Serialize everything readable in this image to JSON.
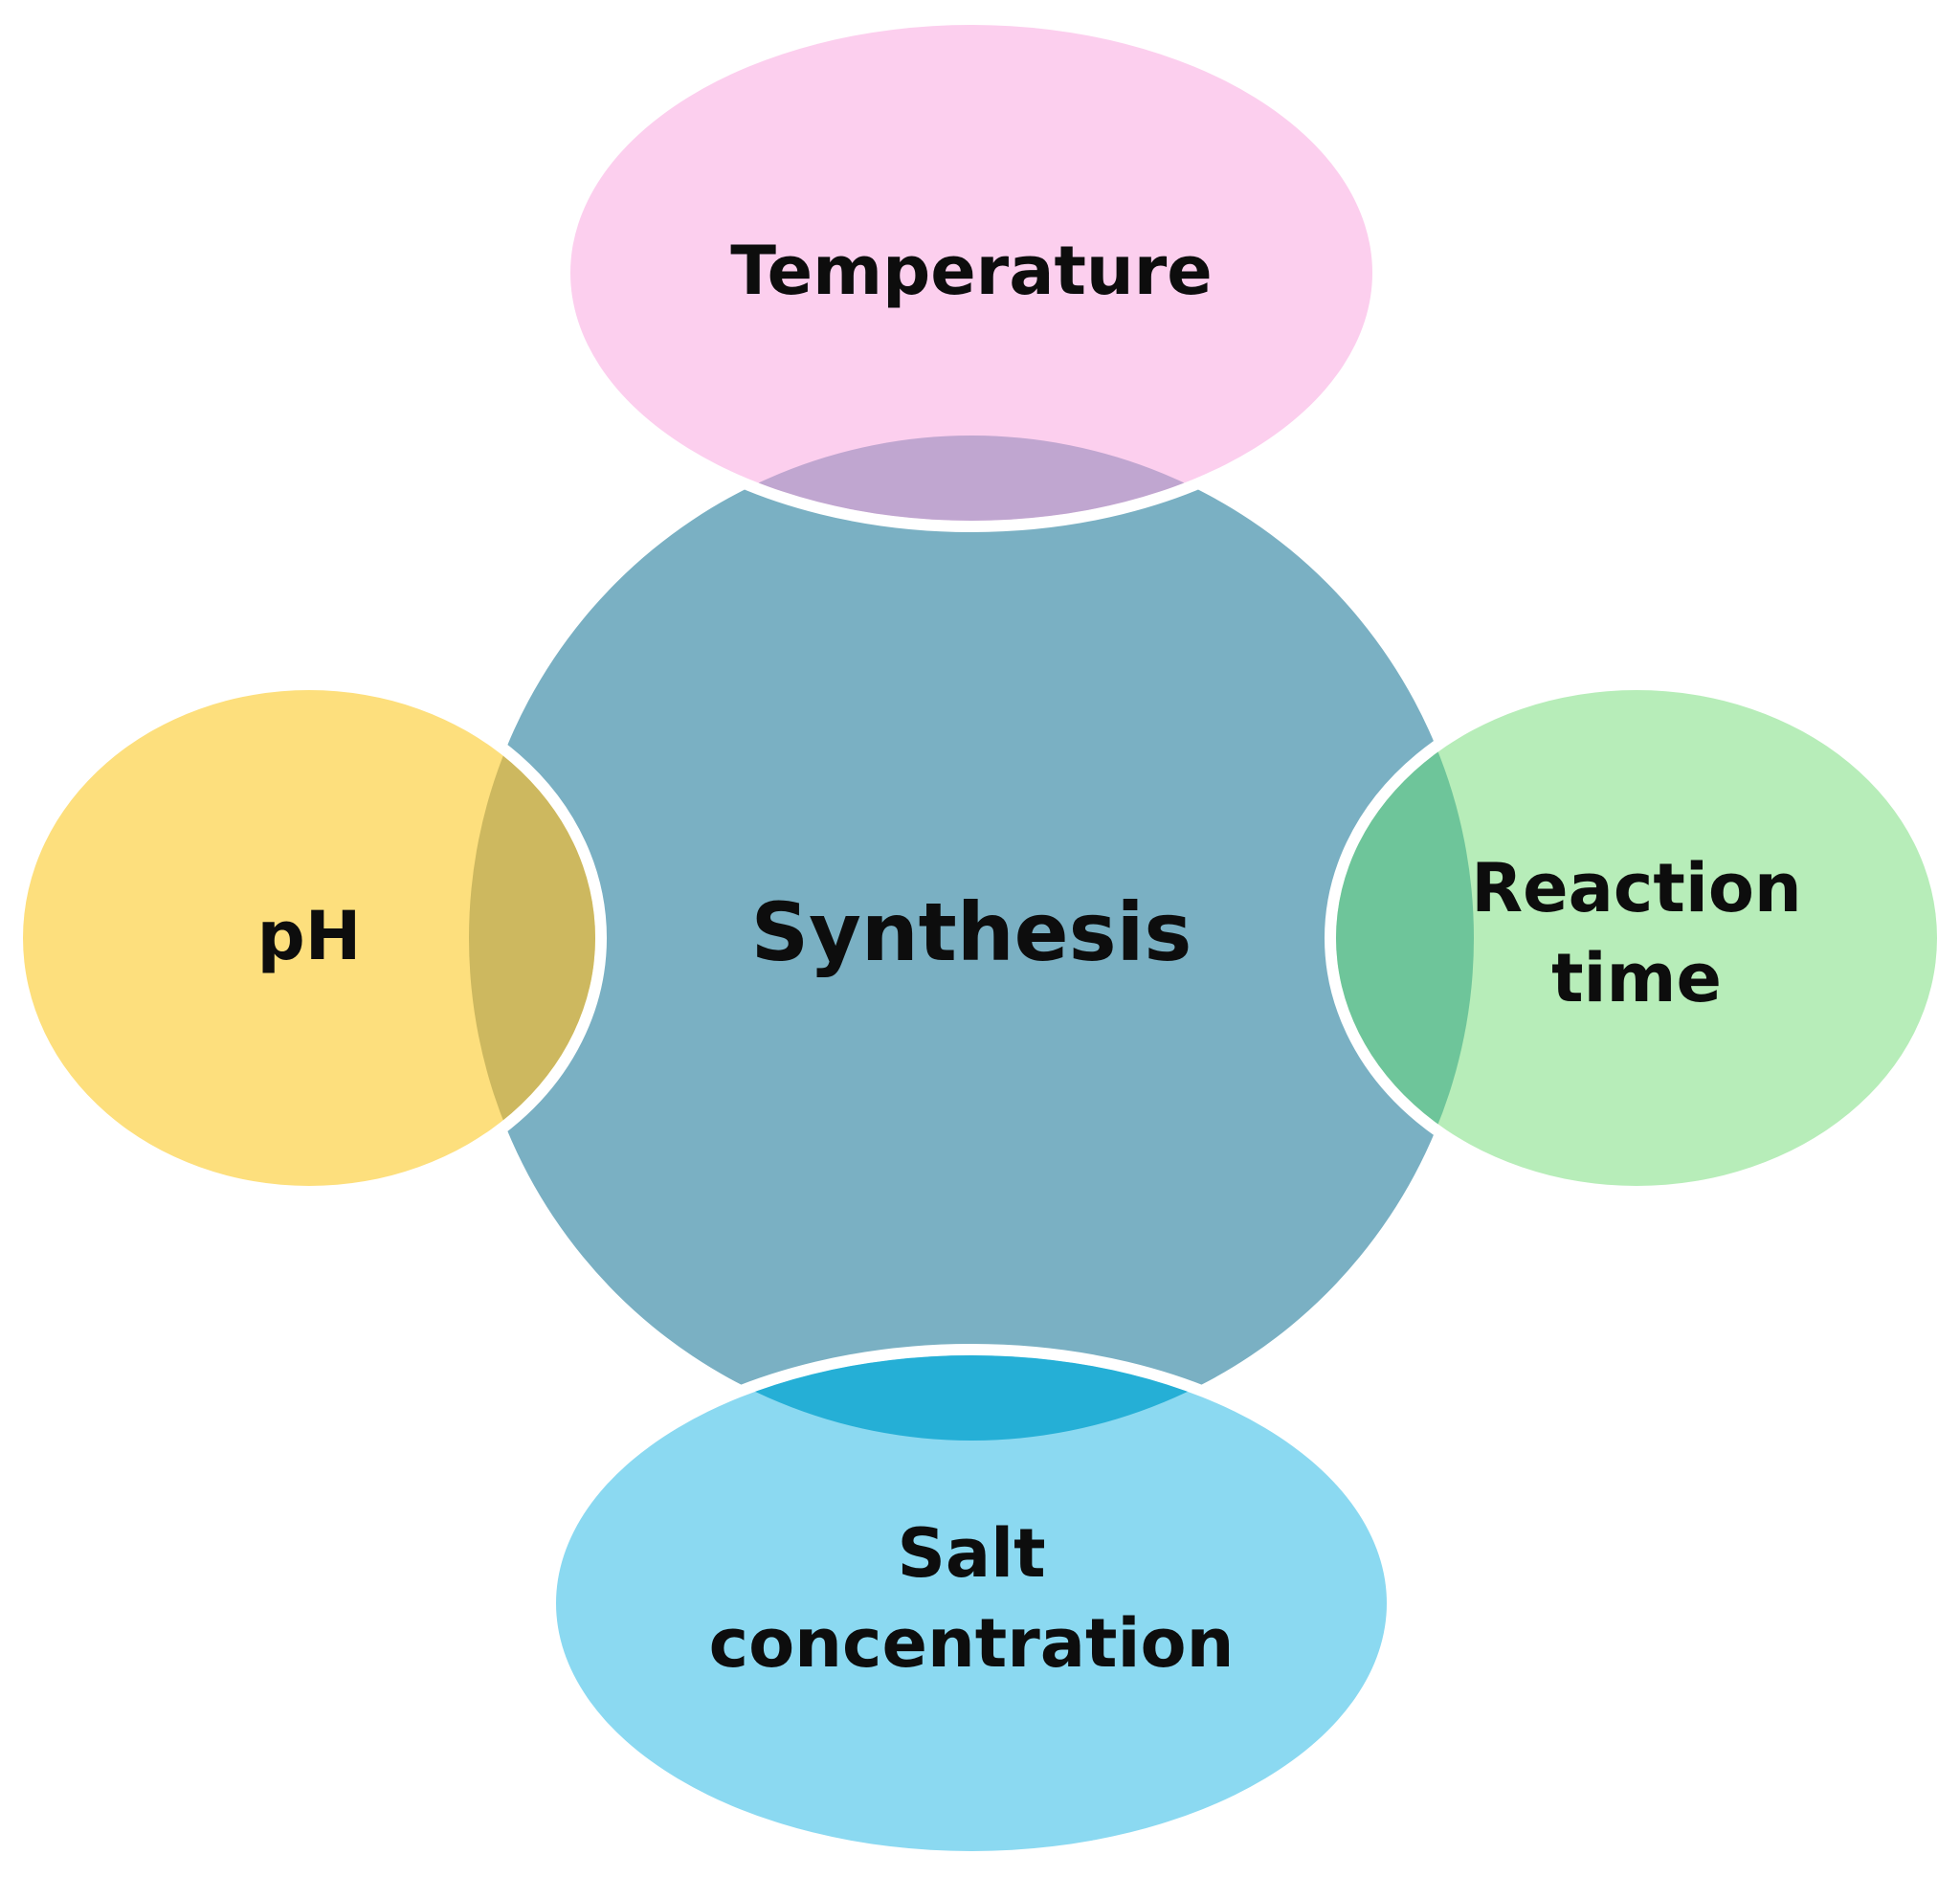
{
  "diagram": {
    "center": {
      "label": "Synthesis",
      "color": "#7AB0C3"
    },
    "nodes": [
      {
        "id": "temperature",
        "lines": [
          "Temperature"
        ],
        "color": "#FCCFEE",
        "overlap_color": "#C0A6D0"
      },
      {
        "id": "ph",
        "lines": [
          "pH"
        ],
        "color": "#FDDF7D",
        "overlap_color": "#CDB85F"
      },
      {
        "id": "reaction-time",
        "lines": [
          "Reaction",
          "time"
        ],
        "color": "#B7EDB9",
        "overlap_color": "#6EC59A"
      },
      {
        "id": "salt-concentration",
        "lines": [
          "Salt",
          "concentration"
        ],
        "color": "#8BD9F1",
        "overlap_color": "#25AFD6"
      }
    ],
    "outline_color": "#FFFFFF"
  }
}
